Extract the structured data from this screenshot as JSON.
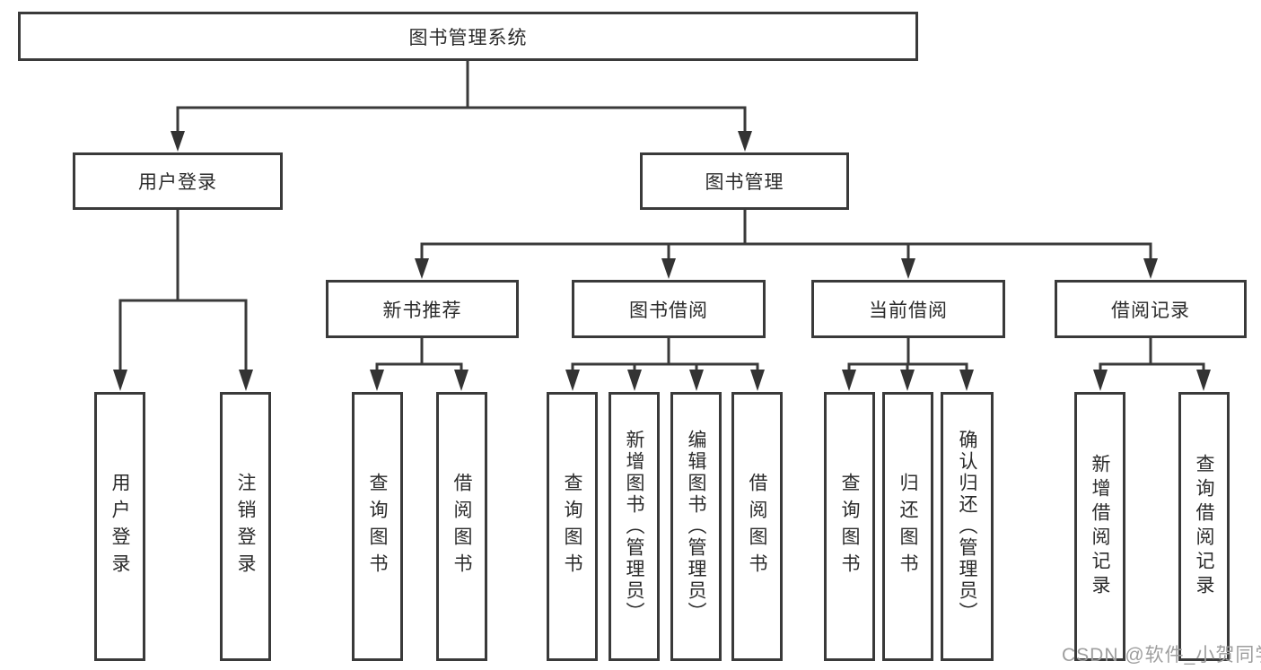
{
  "tree": {
    "root": "图书管理系统",
    "children": [
      {
        "label": "用户登录",
        "children": [
          "用户登录",
          "注销登录"
        ]
      },
      {
        "label": "图书管理",
        "children": [
          {
            "label": "新书推荐",
            "children": [
              "查询图书",
              "借阅图书"
            ]
          },
          {
            "label": "图书借阅",
            "children": [
              "查询图书",
              "新增图书（管理员）",
              "编辑图书（管理员）",
              "借阅图书"
            ]
          },
          {
            "label": "当前借阅",
            "children": [
              "查询图书",
              "归还图书",
              "确认归还（管理员）"
            ]
          },
          {
            "label": "借阅记录",
            "children": [
              "新增借阅记录",
              "查询借阅记录"
            ]
          }
        ]
      }
    ]
  },
  "watermark": {
    "text": "CSDN @软件_小贺同学"
  },
  "colors": {
    "line": "#3a3a3a",
    "text": "#2b2b2b",
    "watermark": "#9e9e9e",
    "background": "#ffffff"
  }
}
